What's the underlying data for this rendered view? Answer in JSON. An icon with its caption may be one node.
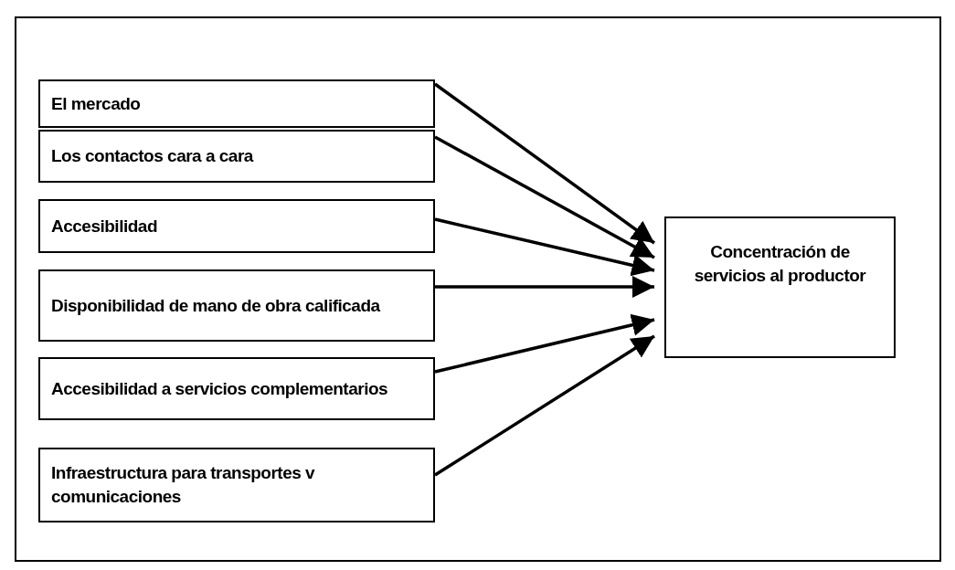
{
  "diagram": {
    "nodes": [
      {
        "text": [
          "El mercado"
        ]
      },
      {
        "text": [
          "Los contactos cara a cara"
        ]
      },
      {
        "text": [
          "Accesibilidad"
        ]
      },
      {
        "text": [
          "Disponibilidad de mano de obra calificada"
        ]
      },
      {
        "text": [
          "Accesibilidad a servicios complementarios"
        ]
      },
      {
        "text": [
          "Infraestructura para transportes v comunicaciones"
        ]
      },
      {
        "text": [
          "Concentración de servicios al productor"
        ]
      }
    ],
    "edges": [
      {
        "from": 0,
        "to": 6,
        "arrow": "to"
      },
      {
        "from": 1,
        "to": 6,
        "arrow": "to"
      },
      {
        "from": 2,
        "to": 6,
        "arrow": "to"
      },
      {
        "from": 3,
        "to": 6,
        "arrow": "to"
      },
      {
        "from": 4,
        "to": 6,
        "arrow": "to"
      },
      {
        "from": 5,
        "to": 6,
        "arrow": "to"
      }
    ]
  }
}
